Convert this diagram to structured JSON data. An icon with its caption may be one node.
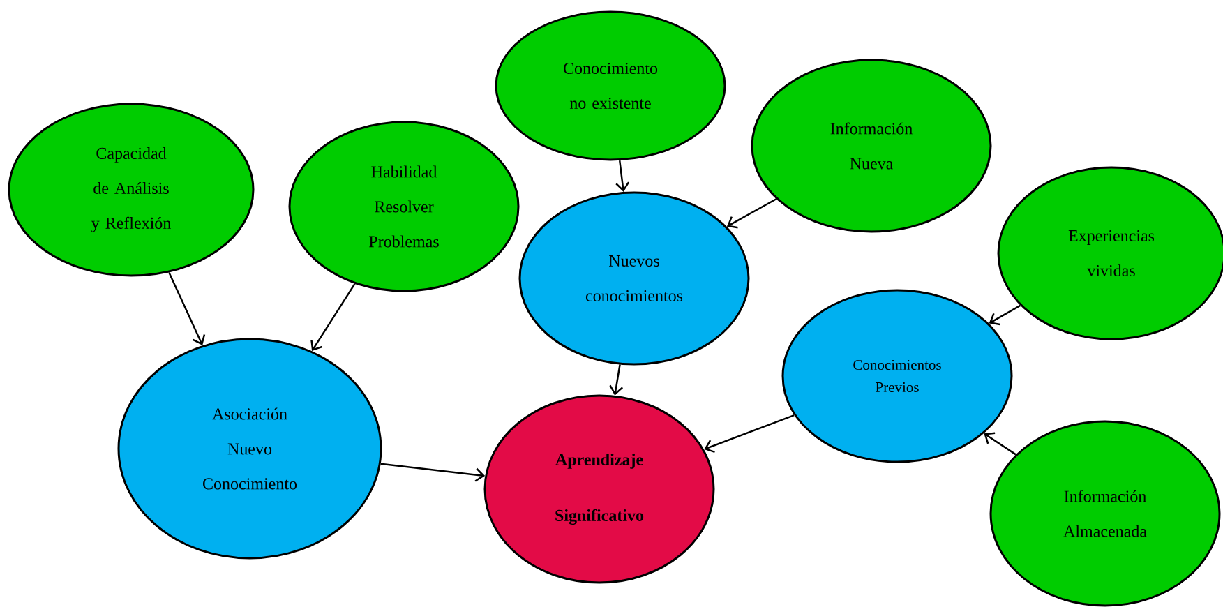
{
  "diagram": {
    "nodes": [
      {
        "text": [
          "Capacidad de Análisis y Reflexión"
        ]
      },
      {
        "text": [
          "Habilidad Resolver Problemas"
        ]
      },
      {
        "text": [
          "Conocimiento no existente"
        ]
      },
      {
        "text": [
          "Información Nueva"
        ]
      },
      {
        "text": [
          "Experiencias vividas"
        ]
      },
      {
        "text": [
          "Nuevos conocimientos"
        ]
      },
      {
        "text": [
          "Asociación Nuevo Conocimiento"
        ]
      },
      {
        "text": [
          "Conocimientos Previos"
        ]
      },
      {
        "text": [
          "Aprendizaje Significativo"
        ]
      },
      {
        "text": [
          "Información Almacenada"
        ]
      }
    ],
    "edges": [
      {
        "from": 0,
        "to": 6,
        "arrow": "to"
      },
      {
        "from": 1,
        "to": 6,
        "arrow": "to"
      },
      {
        "from": 2,
        "to": 5,
        "arrow": "to"
      },
      {
        "from": 3,
        "to": 5,
        "arrow": "to"
      },
      {
        "from": 4,
        "to": 7,
        "arrow": "to"
      },
      {
        "from": 9,
        "to": 7,
        "arrow": "to"
      },
      {
        "from": 5,
        "to": 8,
        "arrow": "to"
      },
      {
        "from": 7,
        "to": 8,
        "arrow": "to"
      },
      {
        "from": 6,
        "to": 8,
        "arrow": "to"
      }
    ]
  }
}
